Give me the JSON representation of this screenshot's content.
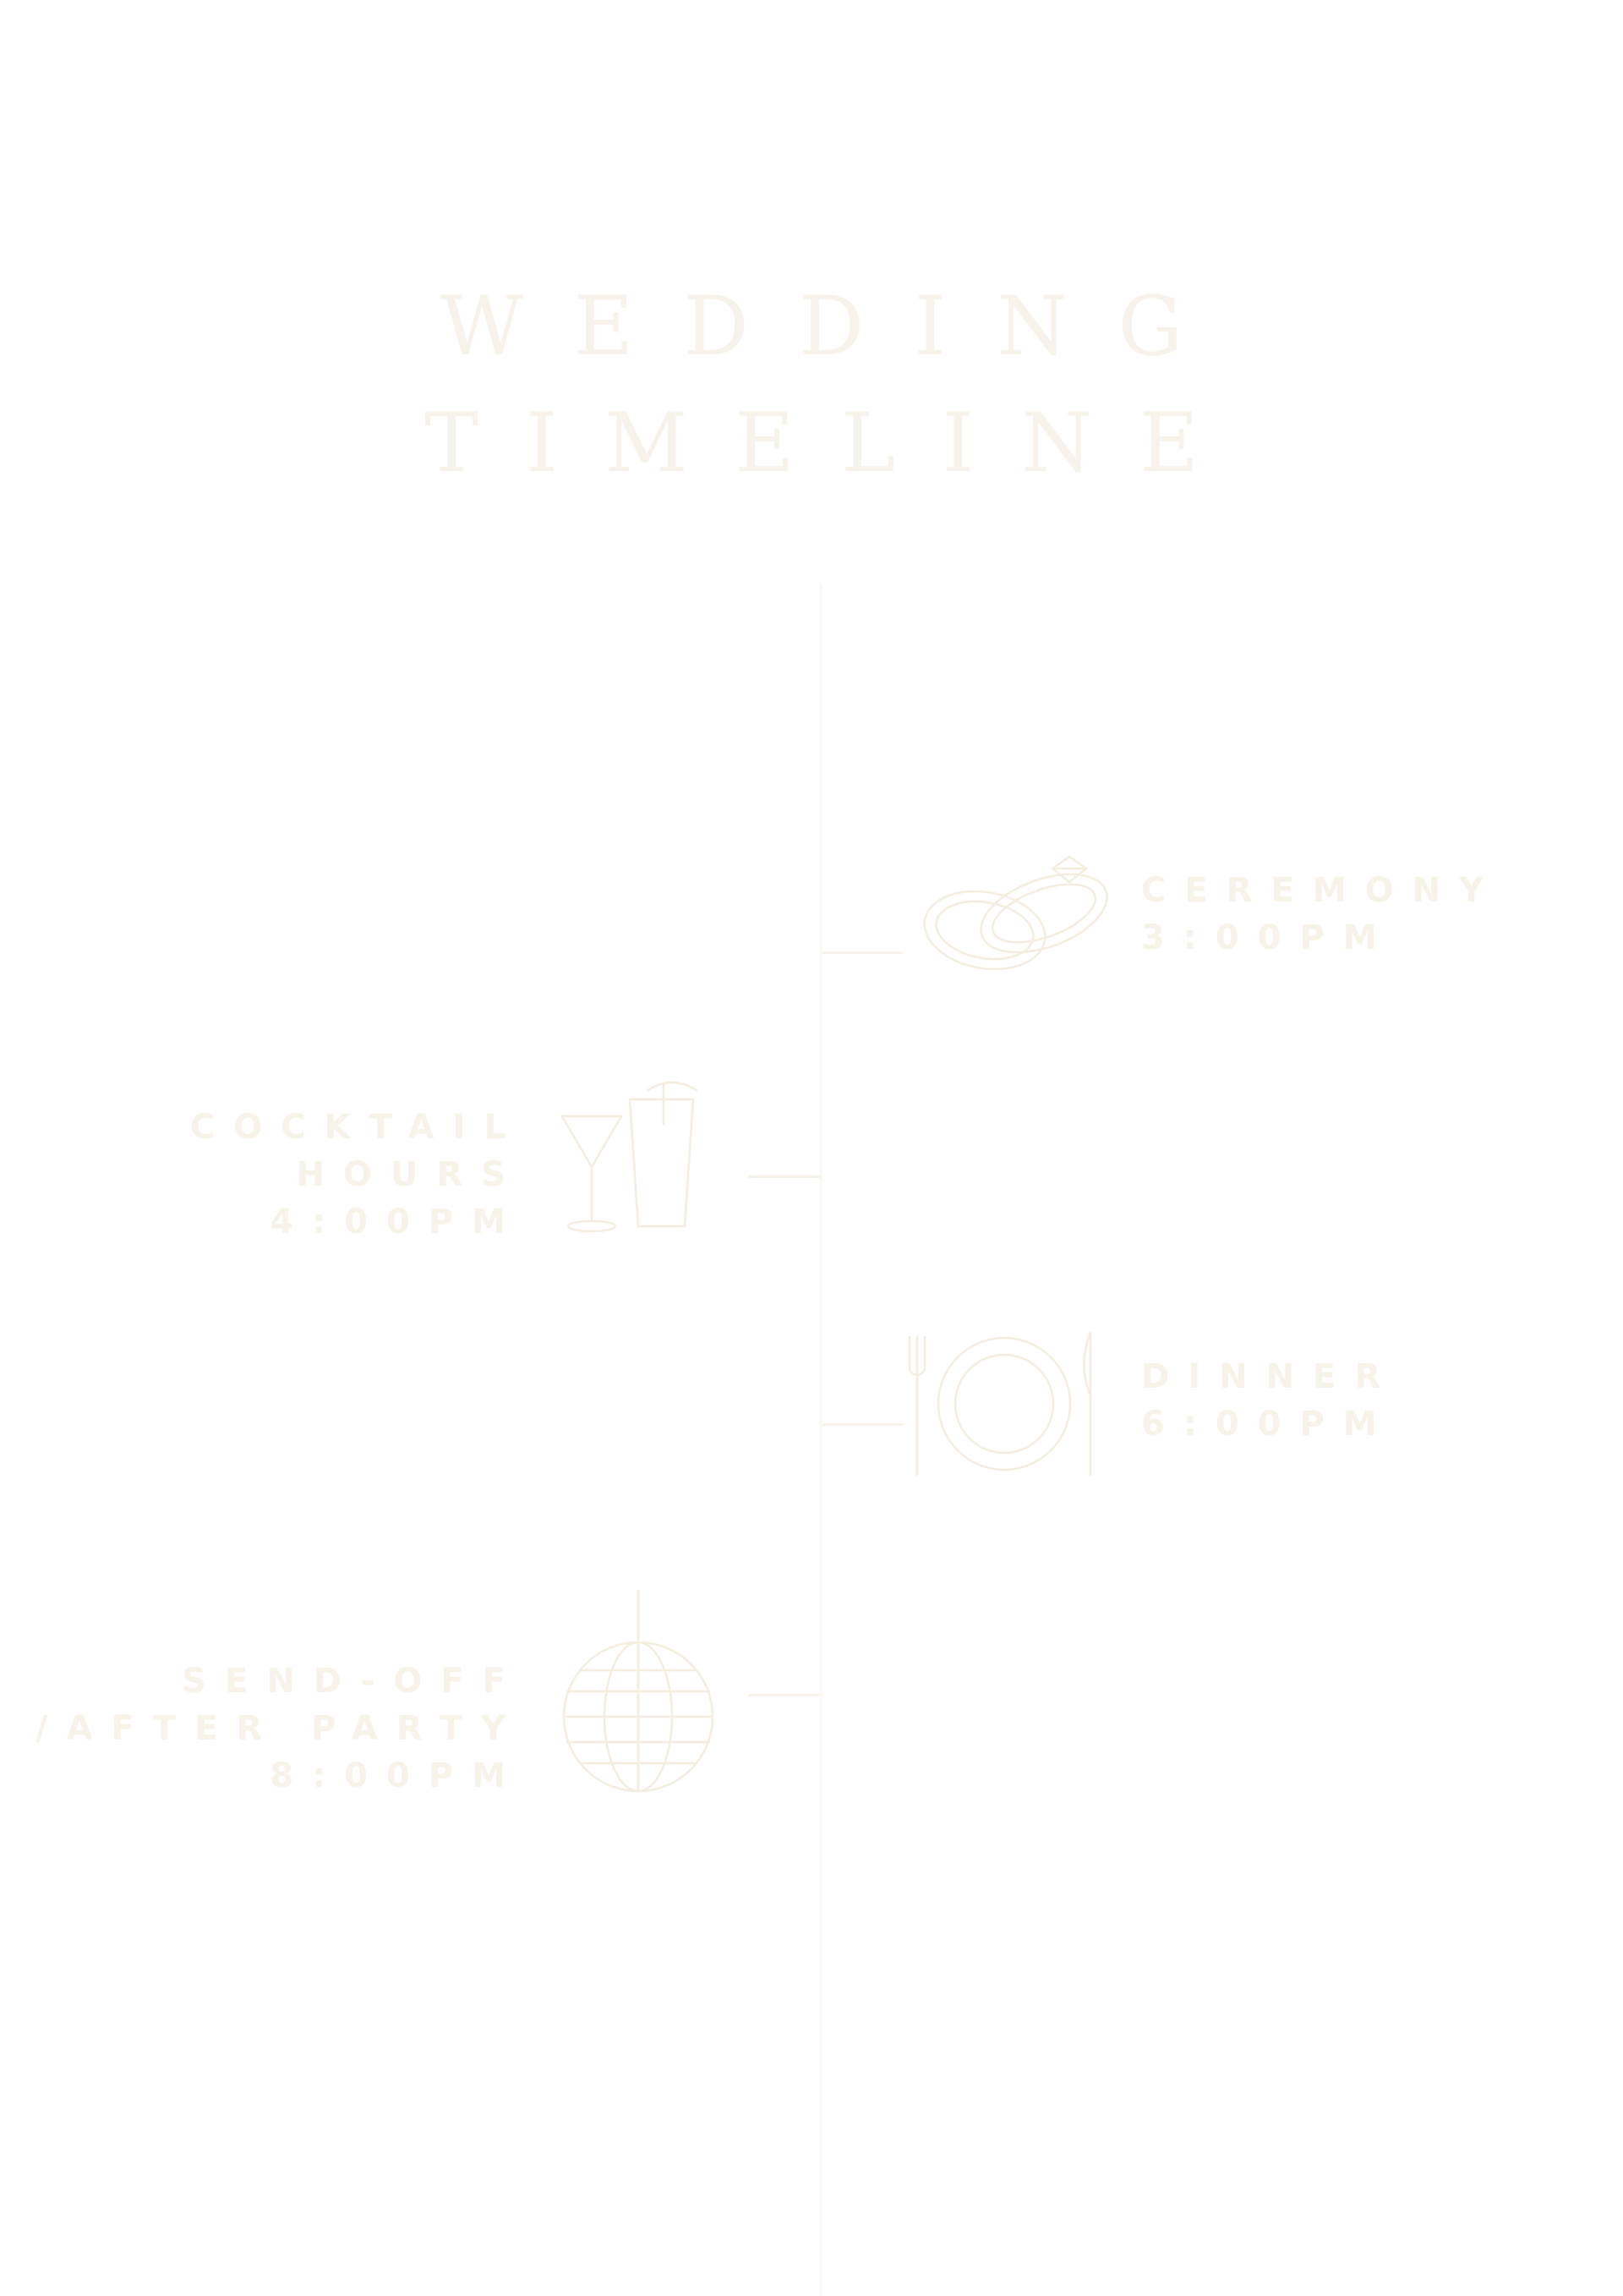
{
  "title": {
    "line1": "WEDDING",
    "line2": "TIMELINE"
  },
  "colors": {
    "text": "#f8f3e8",
    "line": "#f7f2ea",
    "background": "#ffffff"
  },
  "events": [
    {
      "name": "CEREMONY",
      "time": "3:00PM",
      "icon": "rings-icon"
    },
    {
      "name_line1": "COCKTAIL",
      "name_line2": "HOURS",
      "time": "4:00PM",
      "icon": "cocktail-icon"
    },
    {
      "name": "DINNER",
      "time": "6:00PM",
      "icon": "plate-cutlery-icon"
    },
    {
      "name_line1": "SEND-OFF",
      "name_line2": "/AFTER PARTY",
      "time": "8:00PM",
      "icon": "disco-ball-icon"
    }
  ]
}
